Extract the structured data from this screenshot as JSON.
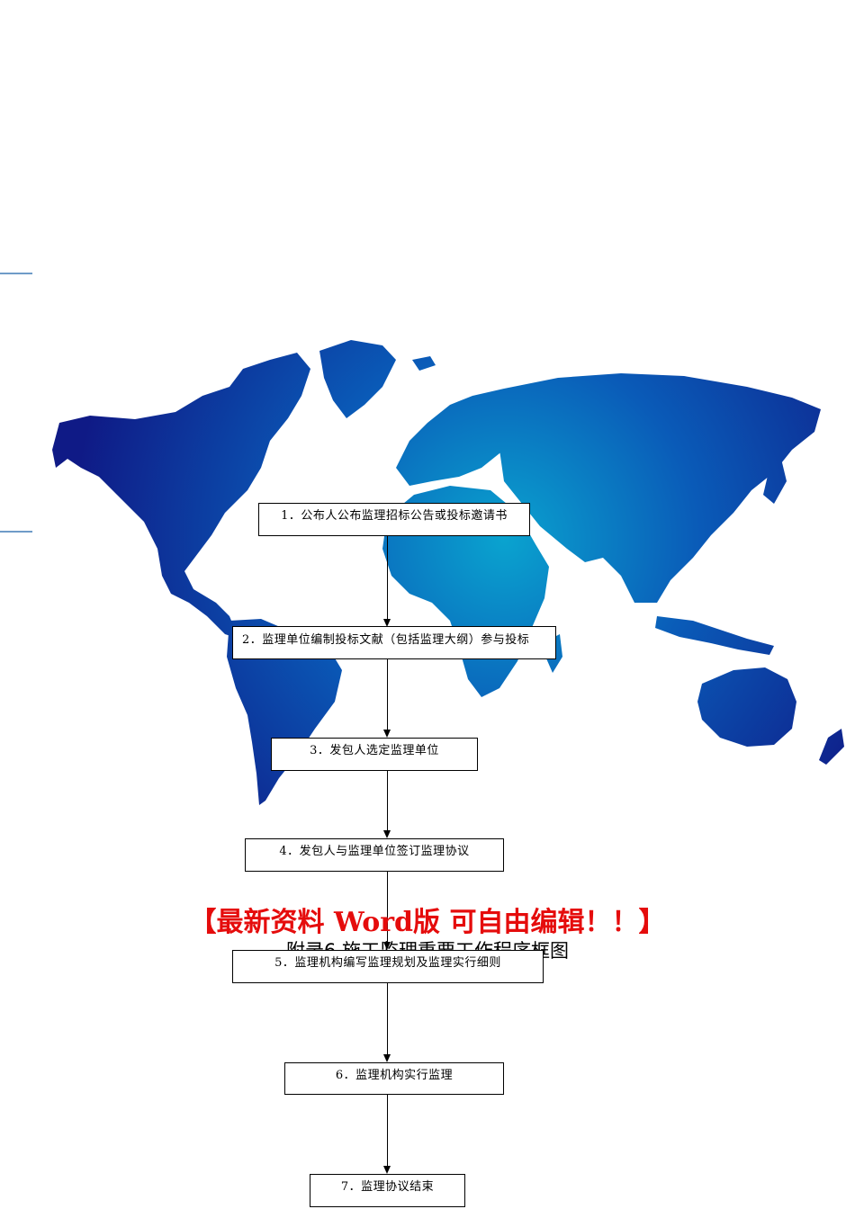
{
  "banner": "【最新资料  Word版  可自由编辑！！】",
  "appendix_title": "附录6   施工监理重要工作程序框图",
  "flow_steps": [
    "1．公布人公布监理招标公告或投标邀请书",
    "2．监理单位编制投标文献（包括监理大纲）参与投标",
    "3．发包人选定监理单位",
    "4．发包人与监理单位签订监理协议",
    "5．监理机构编写监理规划及监理实行细则",
    "6．监理机构实行监理",
    "7．监理协议结束"
  ],
  "colors": {
    "map_dark": "#0f1a86",
    "map_light": "#0aa3cf",
    "banner_red": "#e50c0c",
    "rule_blue": "#6f9cc8"
  }
}
